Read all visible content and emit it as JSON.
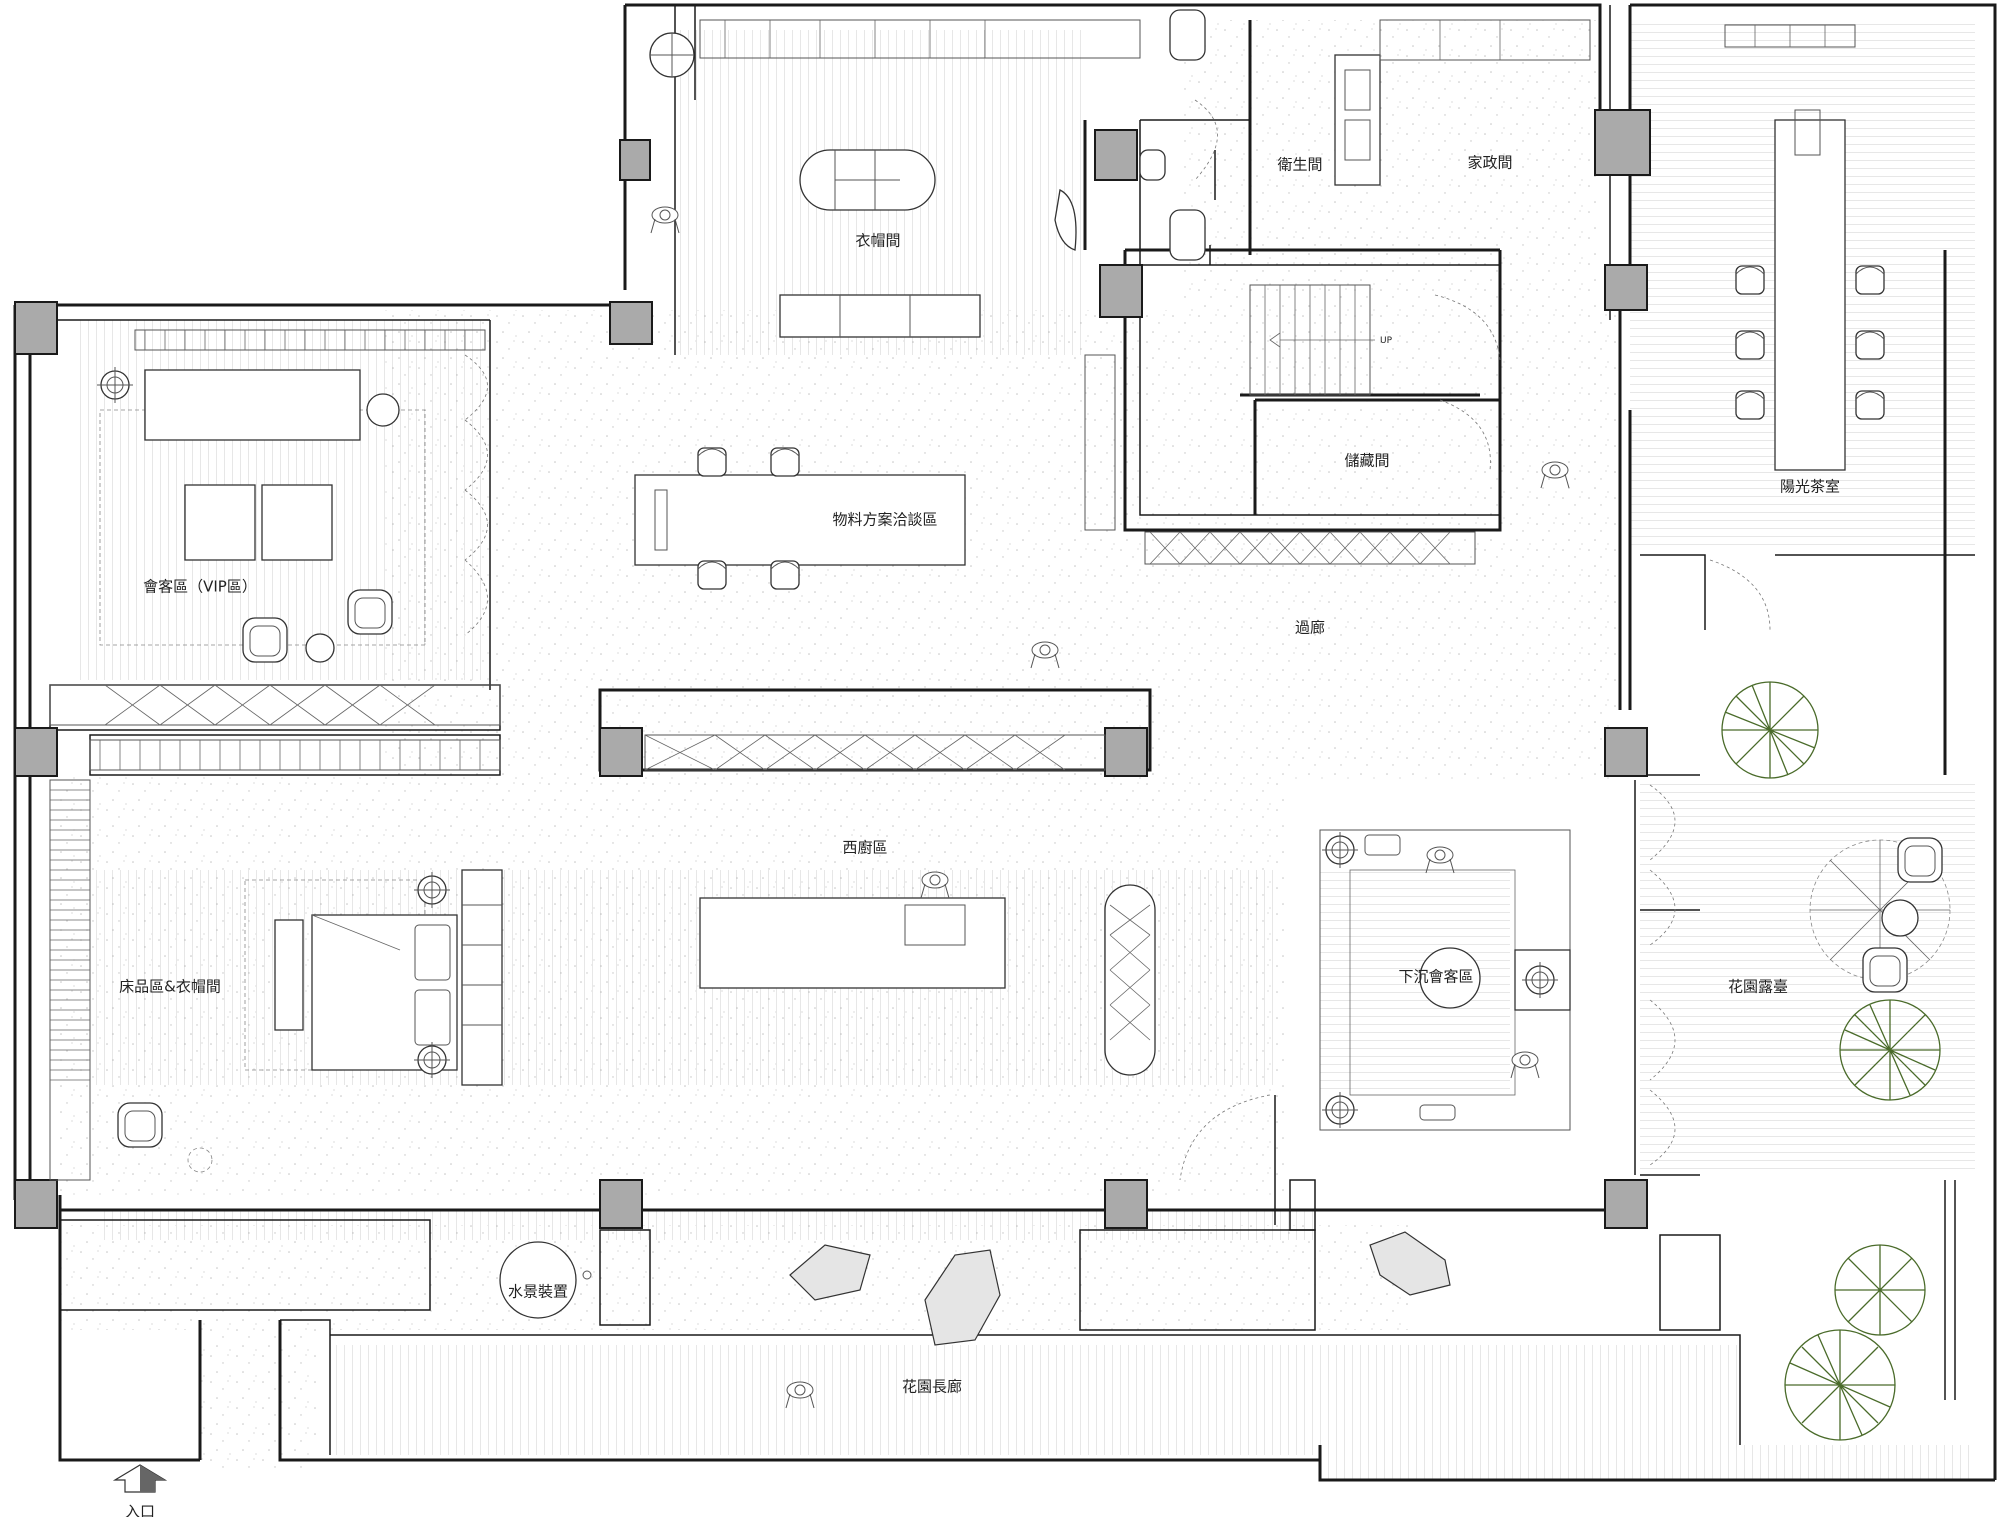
{
  "rooms": {
    "cloakroom": "衣帽間",
    "restroom": "衛生間",
    "utility": "家政間",
    "storage": "儲藏間",
    "stair_up": "UP",
    "material_area": "物料方案洽談區",
    "vip_area": "會客區（VIP區）",
    "corridor": "過廊",
    "sun_tearoom": "陽光茶室",
    "western_kitchen": "西廚區",
    "bedding_area": "床品區&衣帽間",
    "sunken_lounge": "下沉會客區",
    "garden_terrace": "花園露臺",
    "water_feature": "水景裝置",
    "garden_corridor": "花園長廊",
    "entrance": "入口"
  },
  "colors": {
    "wall": "#1a1a1a",
    "column": "#aaaaaa",
    "tree": "#4a6b2a",
    "rock": "#e5e5e5"
  }
}
